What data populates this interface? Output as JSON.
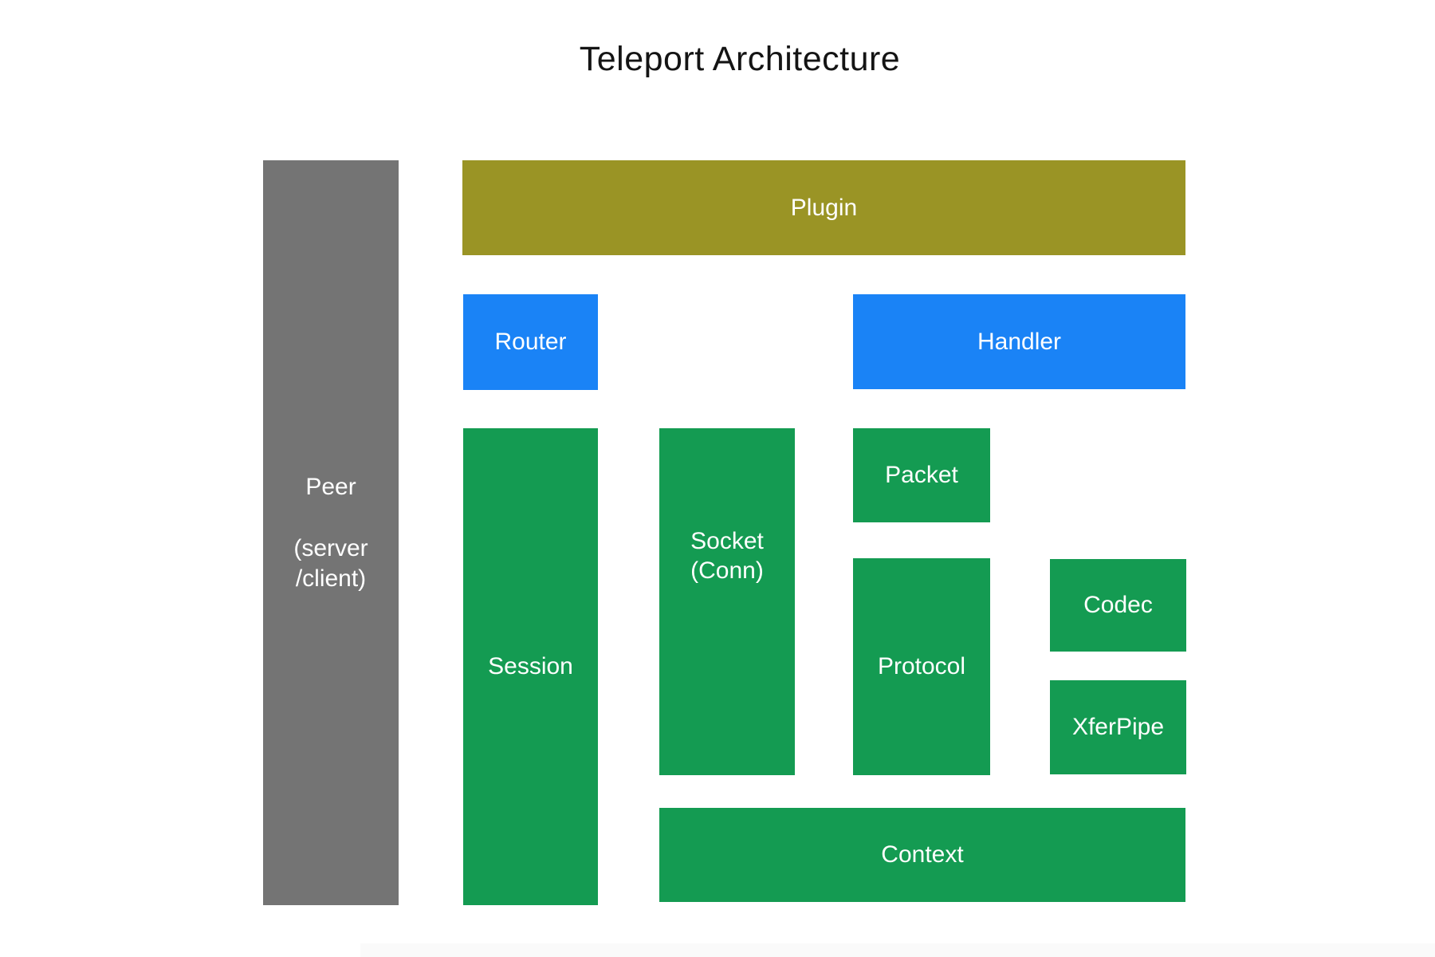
{
  "title": "Teleport Architecture",
  "colors": {
    "peer_gray": "#747474",
    "plugin_olive": "#9a9425",
    "accent_blue": "#1a83f6",
    "component_green": "#149b52",
    "box_text": "#ffffff",
    "title_text": "#141414"
  },
  "nodes": {
    "peer": {
      "line1": "Peer",
      "line2": "(server",
      "line3": "/client)"
    },
    "plugin": {
      "label": "Plugin"
    },
    "router": {
      "label": "Router"
    },
    "handler": {
      "label": "Handler"
    },
    "session": {
      "label": "Session"
    },
    "socket": {
      "line1": "Socket",
      "line2": "(Conn)"
    },
    "packet": {
      "label": "Packet"
    },
    "protocol": {
      "label": "Protocol"
    },
    "codec": {
      "label": "Codec"
    },
    "xferpipe": {
      "label": "XferPipe"
    },
    "context": {
      "label": "Context"
    }
  }
}
